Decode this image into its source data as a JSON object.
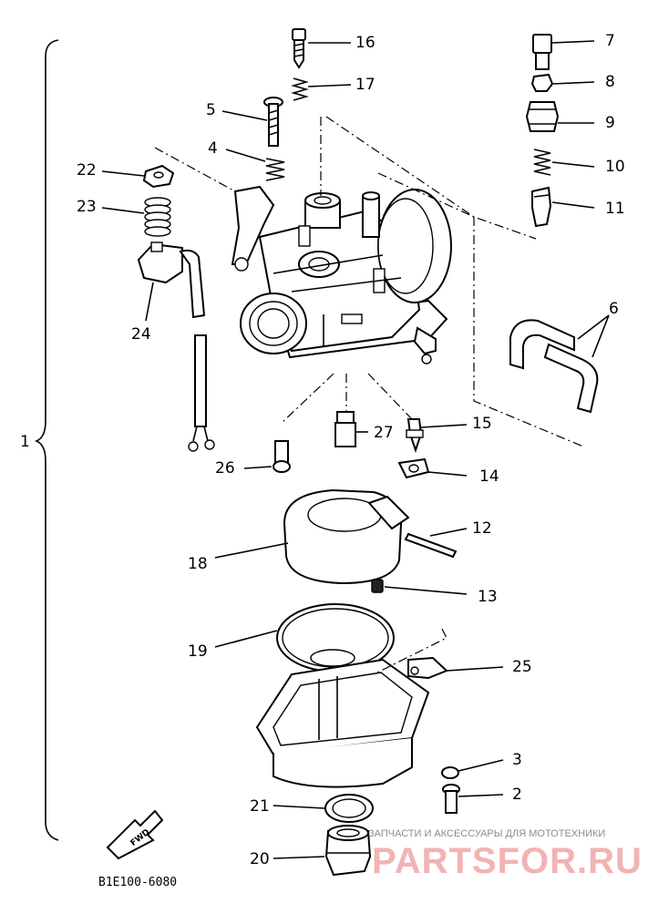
{
  "diagram": {
    "assembly_label": "1",
    "drawing_code": "B1E100-6080",
    "fwd_label": "FWD",
    "watermark": {
      "caption": "ЗАПЧАСТИ И АКСЕССУАРЫ ДЛЯ МОТОТЕХНИКИ",
      "brand": "PARTSFOR.RU"
    },
    "callouts": {
      "c2": "2",
      "c3": "3",
      "c4": "4",
      "c5": "5",
      "c6": "6",
      "c7": "7",
      "c8": "8",
      "c9": "9",
      "c10": "10",
      "c11": "11",
      "c12": "12",
      "c13": "13",
      "c14": "14",
      "c15": "15",
      "c16": "16",
      "c17": "17",
      "c18": "18",
      "c19": "19",
      "c20": "20",
      "c21": "21",
      "c22": "22",
      "c23": "23",
      "c24": "24",
      "c25": "25",
      "c26": "26",
      "c27": "27"
    }
  }
}
